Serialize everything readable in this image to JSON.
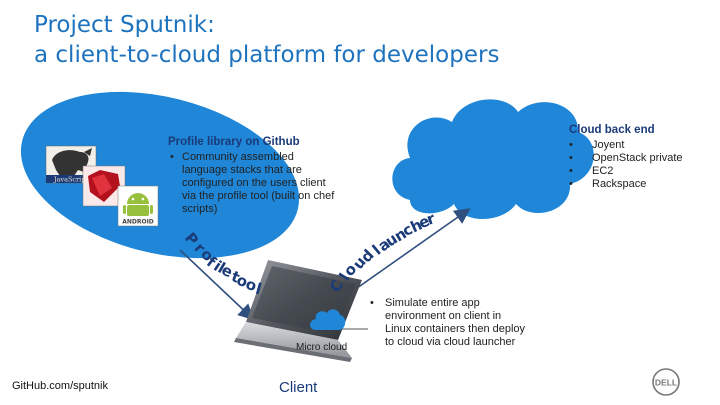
{
  "title": {
    "line1": "Project Sputnik:",
    "line2": "a client-to-cloud platform for developers"
  },
  "profile_library": {
    "heading": "Profile library on Github",
    "bullet": "Community assembled language stacks that are configured on the users client via the profile tool (built on chef scripts)"
  },
  "cloud_backend": {
    "heading": "Cloud back end",
    "items": [
      "Joyent",
      "OpenStack private",
      "EC2",
      "Rackspace"
    ]
  },
  "client_section": {
    "bullet": "Simulate entire app environment on client in Linux containers then deploy to cloud via cloud launcher",
    "micro_cloud_label": "Micro cloud",
    "client_label": "Client"
  },
  "arrow_labels": {
    "profile_tool": [
      "P",
      "r",
      "o",
      "f",
      "i",
      "l",
      "e",
      " ",
      "t",
      "o",
      "o",
      "l"
    ],
    "cloud_launcher": [
      "C",
      "l",
      "o",
      "u",
      "d",
      " ",
      "l",
      "a",
      "u",
      "n",
      "c",
      "h",
      "e",
      "r"
    ]
  },
  "footer": {
    "url": "GitHub.com/sputnik",
    "logo_text": "DELL"
  },
  "logos": {
    "javascript_text": "JavaScript",
    "android_text": "ANDROID"
  },
  "colors": {
    "brand_blue": "#1e73be",
    "bubble_blue": "#1f86d8",
    "dark_navy": "#1a3a78"
  }
}
